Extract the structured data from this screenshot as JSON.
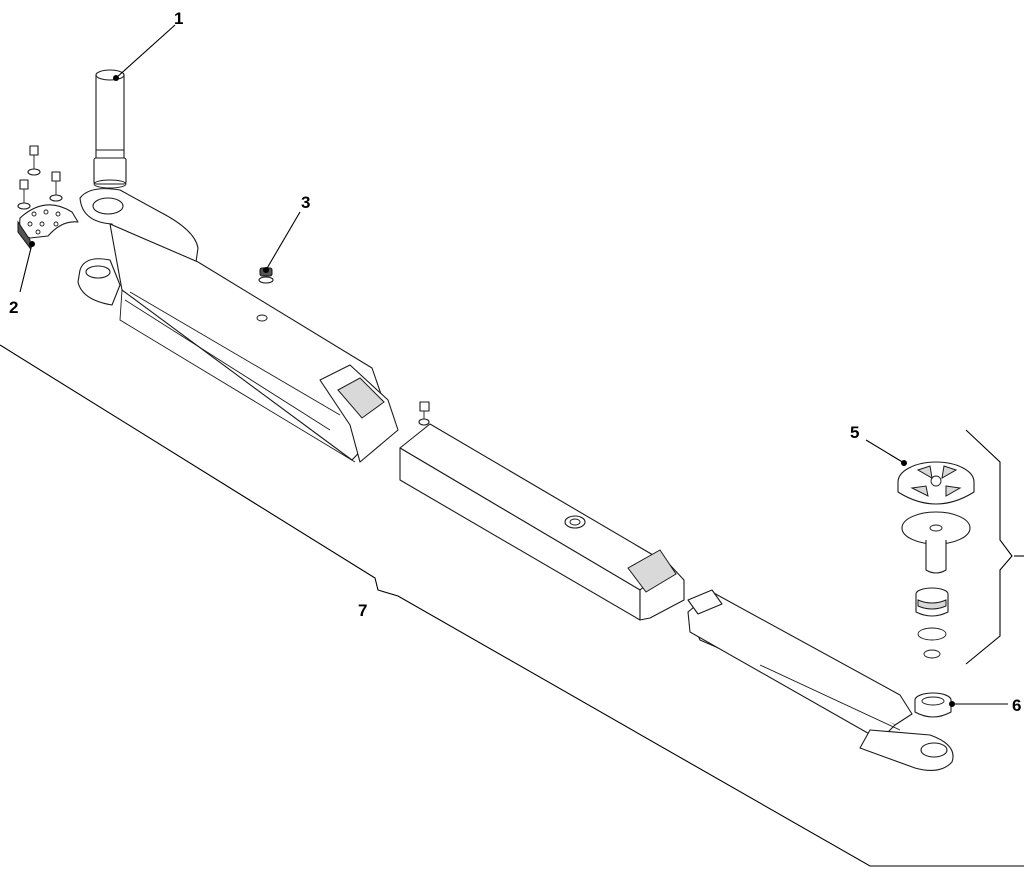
{
  "diagram": {
    "type": "exploded-parts-view",
    "callouts": [
      {
        "id": "1",
        "label": "1"
      },
      {
        "id": "2",
        "label": "2"
      },
      {
        "id": "3",
        "label": "3"
      },
      {
        "id": "5",
        "label": "5"
      },
      {
        "id": "6",
        "label": "6"
      },
      {
        "id": "7",
        "label": "7"
      }
    ]
  }
}
